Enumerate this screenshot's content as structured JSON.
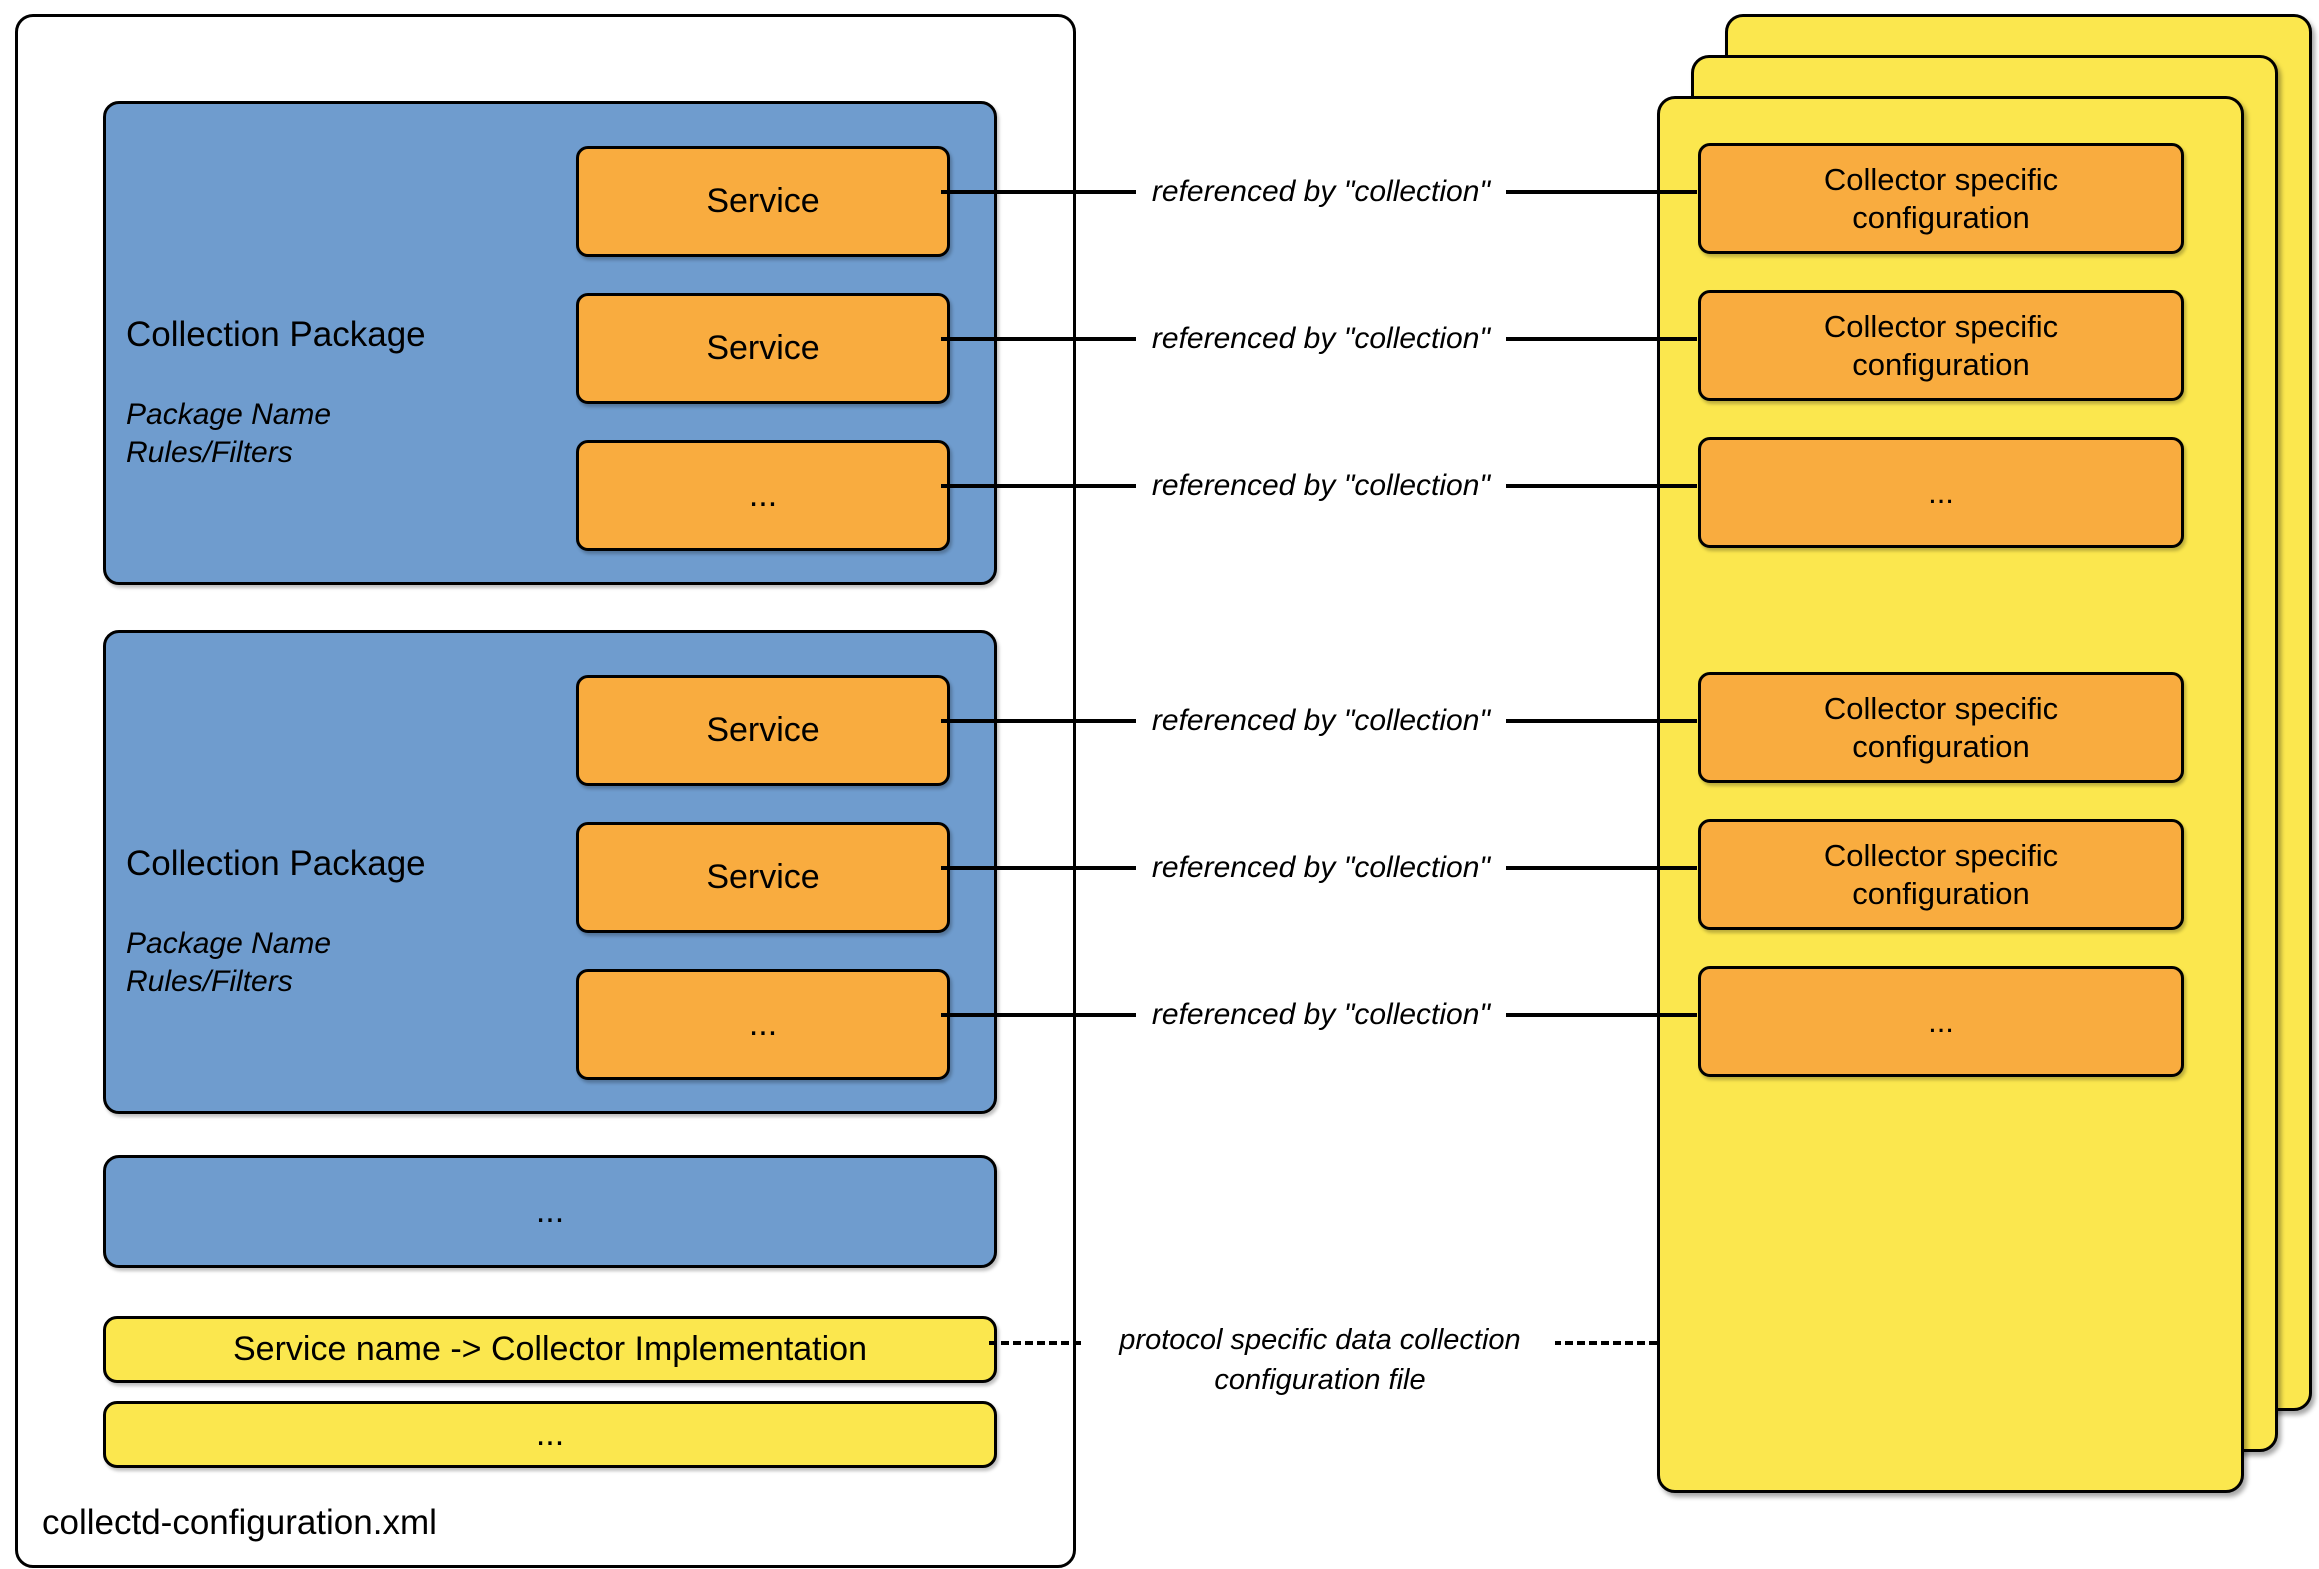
{
  "colors": {
    "blue": "#6F9CCE",
    "orange": "#F9AC3F",
    "yellow": "#FBE74E"
  },
  "container": {
    "file_label": "collectd-configuration.xml"
  },
  "packages": [
    {
      "title": "Collection Package",
      "package_name": "Package Name",
      "rules_filters": "Rules/Filters",
      "services": [
        "Service",
        "Service",
        "..."
      ]
    },
    {
      "title": "Collection Package",
      "package_name": "Package Name",
      "rules_filters": "Rules/Filters",
      "services": [
        "Service",
        "Service",
        "..."
      ]
    }
  ],
  "more_packages_label": "...",
  "mapping_bar": {
    "label": "Service name -> Collector Implementation"
  },
  "mapping_more_label": "...",
  "links": {
    "solid_label": "referenced by \"collection\"",
    "dashed_label": "protocol specific data collection\nconfiguration file"
  },
  "collector_page": {
    "boxes": [
      "Collector specific\nconfiguration",
      "Collector specific\nconfiguration",
      "...",
      "Collector specific\nconfiguration",
      "Collector specific\nconfiguration",
      "..."
    ]
  }
}
